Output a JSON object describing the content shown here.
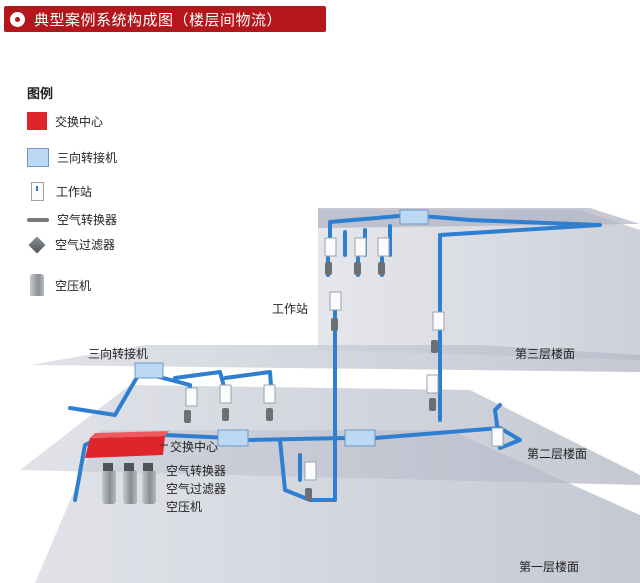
{
  "title": "典型案例系统构成图（楼层间物流）",
  "legend": {
    "heading": "图例",
    "items": [
      {
        "icon": "transfer-center-icon",
        "label": "交换中心"
      },
      {
        "icon": "three-way-diverter-icon",
        "label": "三向转接机"
      },
      {
        "icon": "workstation-icon",
        "label": "工作站"
      },
      {
        "icon": "air-converter-icon",
        "label": "空气转换器"
      },
      {
        "icon": "air-filter-icon",
        "label": "空气过滤器"
      },
      {
        "icon": "air-compressor-icon",
        "label": "空压机"
      }
    ]
  },
  "annotations": {
    "workstation": "工作站",
    "three_way_diverter": "三向转接机",
    "transfer_center": "交换中心",
    "air_converter": "空气转换器",
    "air_filter": "空气过滤器",
    "air_compressor": "空压机"
  },
  "floors": {
    "third": "第三层楼面",
    "second": "第二层楼面",
    "first": "第一层楼面"
  },
  "colors": {
    "title_bar": "#b3161b",
    "transfer_center": "#e0242b",
    "pipe": "#2f7fd0",
    "diverter": "#bcd8f2",
    "floor": "#c3c6d2"
  }
}
